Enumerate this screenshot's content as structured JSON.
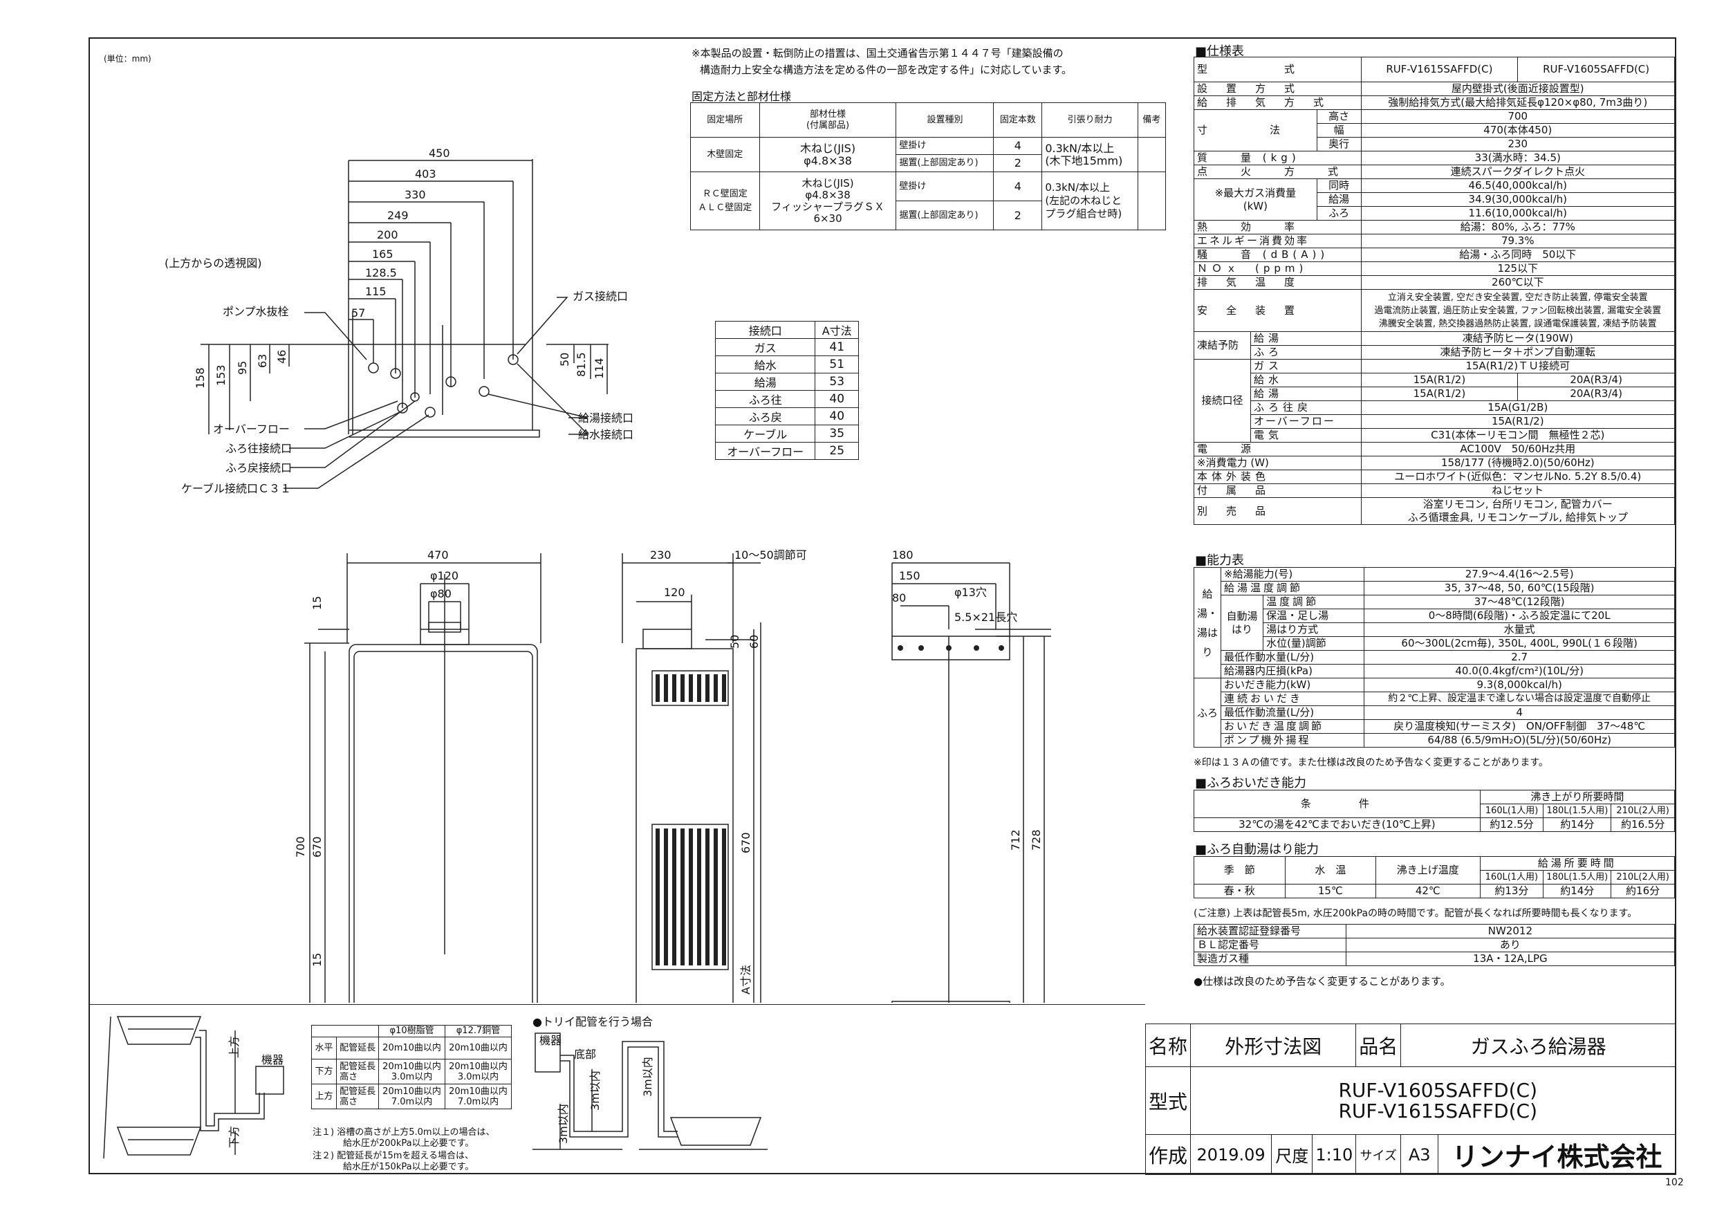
{
  "unit_label": "(単位：mm)",
  "page_no": "102",
  "top_note": {
    "line1": "※本製品の設置・転倒防止の措置は、国土交通省告示第１４４７号「建築設備の",
    "line2": "構造耐力上安全な構造方法を定める件の一部を改定する件」に対応しています。"
  },
  "fixing": {
    "title": "固定方法と部材仕様",
    "headers": [
      "固定場所",
      "部材仕様\n(付属部品)",
      "設置種別",
      "固定本数",
      "引張り耐力",
      "備考"
    ],
    "wood": {
      "place": "木壁固定",
      "part1": "木ねじ(JIS)",
      "part2": "φ4.8×38",
      "r1": "壁掛け",
      "r2": "据置(上部固定あり)",
      "n1": "4",
      "n2": "2",
      "str1": "0.3kN/本以上",
      "str2": "(木下地15mm)"
    },
    "rc": {
      "place1": "ＲＣ壁固定",
      "place2": "ＡＬＣ壁固定",
      "part1": "木ねじ(JIS)",
      "part2": "φ4.8×38",
      "part3": "フィッシャープラグＳＸ",
      "part4": "6×30",
      "r1": "壁掛け",
      "r2": "据置(上部固定あり)",
      "n1": "4",
      "n2": "2",
      "str1": "0.3kN/本以上",
      "str2": "(左記の木ねじと",
      "str3": "プラグ組合せ時)"
    }
  },
  "conn_table": {
    "headers": [
      "接続口",
      "A寸法"
    ],
    "rows": [
      [
        "ガス",
        "41"
      ],
      [
        "給水",
        "51"
      ],
      [
        "給湯",
        "53"
      ],
      [
        "ふろ往",
        "40"
      ],
      [
        "ふろ戻",
        "40"
      ],
      [
        "ケーブル",
        "35"
      ],
      [
        "オーバーフロー",
        "25"
      ]
    ]
  },
  "top_view": {
    "title": "(上方からの透視図)",
    "dims": [
      "450",
      "403",
      "330",
      "249",
      "200",
      "165",
      "128.5",
      "115",
      "57"
    ],
    "vdims": [
      "158",
      "153",
      "95",
      "63",
      "46",
      "50",
      "81.5",
      "114"
    ],
    "labels": {
      "pump": "ポンプ水抜栓",
      "gas": "ガス接続口",
      "overflow": "オーバーフロー",
      "bath_out": "ふろ往接続口",
      "bath_ret": "ふろ戻接続口",
      "cable": "ケーブル接続口Ｃ３１",
      "hot": "給湯接続口",
      "water": "給水接続口"
    }
  },
  "front_view": {
    "w": "470",
    "d120": "φ120",
    "d80": "φ80",
    "h700": "700",
    "h670": "670",
    "m15a": "15",
    "m15b": "15"
  },
  "side_view": {
    "w": "230",
    "adj": "10〜50調節可",
    "d120": "120",
    "h50": "50",
    "h60": "60",
    "h670": "670",
    "a": "A寸法"
  },
  "bracket_view": {
    "w180": "180",
    "w150": "150",
    "w80": "80",
    "hole": "φ13穴",
    "slot": "5.5×21長穴",
    "h712": "712",
    "h728": "728"
  },
  "spec": {
    "title": "■仕様表",
    "model_label": "型　　　　　式",
    "model1": "RUF-V1615SAFFD(C)",
    "model2": "RUF-V1605SAFFD(C)",
    "rows": [
      [
        "設　置　方　式",
        "屋内壁掛式(後面近接設置型)"
      ],
      [
        "給　排　気　方　式",
        "強制給排気方式(最大給排気延長φ120×φ80, 7m3曲り)"
      ]
    ],
    "size_label": "寸　　　　法",
    "size": [
      [
        "高さ",
        "700"
      ],
      [
        "幅",
        "470(本体450)"
      ],
      [
        "奥行",
        "230"
      ]
    ],
    "rows2": [
      [
        "質　　量 (kg)",
        "33(満水時：34.5)"
      ],
      [
        "点　　火　　方　　式",
        "連続スパークダイレクト点火"
      ]
    ],
    "gas_label": "※最大ガス消費量\n(kW)",
    "gas": [
      [
        "同時",
        "46.5(40,000kcal/h)"
      ],
      [
        "給湯",
        "34.9(30,000kcal/h)"
      ],
      [
        "ふろ",
        "11.6(10,000kcal/h)"
      ]
    ],
    "rows3": [
      [
        "熱　　効　　率",
        "給湯：80%, ふろ：77%"
      ],
      [
        "エネルギー消費効率",
        "79.3%"
      ],
      [
        "騒　　音 (dB(A))",
        "給湯・ふろ同時　50以下"
      ],
      [
        "ＮＯｘ　(ppm)",
        "125以下"
      ],
      [
        "排　気　温　度",
        "260℃以下"
      ]
    ],
    "safety_label": "安　全　装　置",
    "safety": [
      "立消え安全装置, 空だき安全装置, 空だき防止装置, 停電安全装置",
      "過電流防止装置, 過圧防止安全装置, ファン回転検出装置, 漏電安全装置",
      "沸騰安全装置, 熱交換器過熱防止装置, 誤通電保護装置, 凍結予防装置"
    ],
    "freeze_label": "凍結予防",
    "freeze": [
      [
        "給湯",
        "凍結予防ヒータ(190W)"
      ],
      [
        "ふろ",
        "凍結予防ヒータ＋ポンプ自動運転"
      ]
    ],
    "conn_label": "接続口径",
    "conn_gas": [
      "ガス",
      "15A(R1/2)ＴＵ接続可"
    ],
    "conn_split": [
      [
        "給水",
        "15A(R1/2)",
        "20A(R3/4)"
      ],
      [
        "給湯",
        "15A(R1/2)",
        "20A(R3/4)"
      ]
    ],
    "conn_rest": [
      [
        "ふろ往戻",
        "15A(G1/2B)"
      ],
      [
        "オーバーフロー",
        "15A(R1/2)"
      ],
      [
        "電気",
        "C31(本体ーリモコン間　無極性２芯)"
      ]
    ],
    "rows4": [
      [
        "電　　源",
        "AC100V　50/60Hz共用"
      ],
      [
        "※消費電力 (W)",
        "158/177 (待機時2.0)(50/60Hz)"
      ],
      [
        "本体外装色",
        "ユーロホワイト(近似色：マンセルNo. 5.2Y 8.5/0.4)"
      ],
      [
        "付　属　品",
        "ねじセット"
      ]
    ],
    "sold_label": "別　売　品",
    "sold": [
      "浴室リモコン, 台所リモコン, 配管カバー",
      "ふろ循環金具, リモコンケーブル, 給排気トップ"
    ]
  },
  "perf": {
    "title": "■能力表",
    "rows": [
      [
        "※給湯能力(号)",
        "27.9〜4.4(16〜2.5号)"
      ],
      [
        "給湯温度調節",
        "35, 37〜48, 50, 60℃(15段階)"
      ],
      [
        "温度調節",
        "37〜48℃(12段階)"
      ],
      [
        "保温・足し湯",
        "0〜8時間(6段階)・ふろ設定温にて20L"
      ],
      [
        "湯はり方式",
        "水量式"
      ],
      [
        "水位(量)調節",
        "60〜300L(2cm毎), 350L, 400L, 990L(１６段階)"
      ],
      [
        "最低作動水量(L/分)",
        "2.7"
      ],
      [
        "給湯器内圧損(kPa)",
        "40.0(0.4kgf/cm²)(10L/分)"
      ],
      [
        "おいだき能力(kW)",
        "9.3(8,000kcal/h)"
      ],
      [
        "連続おいだき",
        "約２℃上昇、設定温まで達しない場合は設定温度で自動停止"
      ],
      [
        "最低作動流量(L/分)",
        "4"
      ],
      [
        "おいだき温度調節",
        "戻り温度検知(サーミスタ)　ON/OFF制御　37〜48℃"
      ],
      [
        "ポンプ機外揚程",
        "64/88 (6.5/9mH₂O)(5L/分)(50/60Hz)"
      ]
    ],
    "group1": "給湯・湯はり",
    "group_auto": "自動湯はり",
    "group2": "ふろ",
    "note": "※印は１３Ａの値です。また仕様は改良のため予告なく変更することがあります。"
  },
  "bath_reheat": {
    "title": "■ふろおいだき能力",
    "cond": "条　　　件",
    "time": "沸き上がり所要時間",
    "cols": [
      "160L(1人用)",
      "180L(1.5人用)",
      "210L(2人用)"
    ],
    "row": "32℃の湯を42℃までおいだき(10℃上昇)",
    "vals": [
      "約12.5分",
      "約14分",
      "約16.5分"
    ]
  },
  "bath_fill": {
    "title": "■ふろ自動湯はり能力",
    "h1": "季　節",
    "h2": "水　温",
    "h3": "沸き上げ温度",
    "time": "給湯所要時間",
    "cols": [
      "160L(1人用)",
      "180L(1.5人用)",
      "210L(2人用)"
    ],
    "row": [
      "春・秋",
      "15℃",
      "42℃"
    ],
    "vals": [
      "約13分",
      "約14分",
      "約16分"
    ],
    "note": "(ご注意) 上表は配管長5m, 水圧200kPaの時の時間です。配管が長くなれば所要時間も長くなります。"
  },
  "cert": {
    "rows": [
      [
        "給水装置認証登録番号",
        "NW2012"
      ],
      [
        "ＢＬ認定番号",
        "あり"
      ],
      [
        "製造ガス種",
        "13A・12A,LPG"
      ]
    ],
    "note": "●仕様は改良のため予告なく変更することがあります。"
  },
  "pipe_table": {
    "h1": "φ10樹脂管",
    "h2": "φ12.7銅管",
    "rows": [
      [
        "水平",
        "配管延長",
        "20m10曲以内",
        "",
        "20m10曲以内",
        ""
      ],
      [
        "下方",
        "配管延長\n高さ",
        "20m10曲以内",
        "3.0m以内",
        "20m10曲以内",
        "3.0m以内"
      ],
      [
        "上方",
        "配管延長\n高さ",
        "20m10曲以内",
        "7.0m以内",
        "20m10曲以内",
        "7.0m以内"
      ]
    ],
    "note1a": "注１) 浴槽の高さが上方5.0m以上の場合は、",
    "note1b": "給水圧が200kPa以上必要です。",
    "note2a": "注２) 配管延長が15mを超える場合は、",
    "note2b": "給水圧が150kPa以上必要です。",
    "trap_title": "●トリイ配管を行う場合",
    "lbl_unit": "機器",
    "lbl_up": "上方",
    "lbl_down": "下方",
    "lbl_bottom": "底部",
    "lbl_3m": "3m以内",
    "lbl_3m2": "3m以内",
    "lbl_3m3": "3m以内"
  },
  "title_block": {
    "name_l": "名称",
    "name_v": "外形寸法図",
    "prod_l": "品名",
    "prod_v": "ガスふろ給湯器",
    "model_l": "型式",
    "model_v1": "RUF-V1605SAFFD(C)",
    "model_v2": "RUF-V1615SAFFD(C)",
    "made_l": "作成",
    "made_v": "2019.09",
    "scale_l": "尺度",
    "scale_v": "1:10",
    "size_l": "サイズ",
    "size_v": "A3",
    "company": "リンナイ株式会社"
  }
}
